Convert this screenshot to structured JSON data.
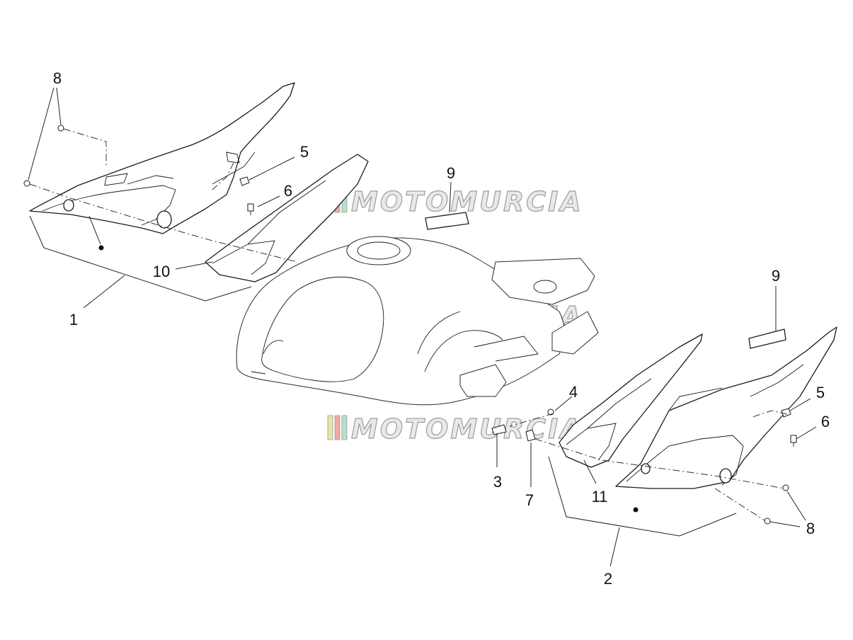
{
  "watermark": {
    "text": "MOTOMURCIA",
    "colors": [
      "#e9e3a6",
      "#f1a9a3",
      "#b7e1c9"
    ]
  },
  "callouts": {
    "c1": "1",
    "c2": "2",
    "c3": "3",
    "c4": "4",
    "c5_left": "5",
    "c5_right": "5",
    "c6_left": "6",
    "c6_right": "6",
    "c7": "7",
    "c8_left": "8",
    "c8_right": "8",
    "c9_left": "9",
    "c9_right": "9",
    "c10": "10",
    "c11": "11"
  }
}
